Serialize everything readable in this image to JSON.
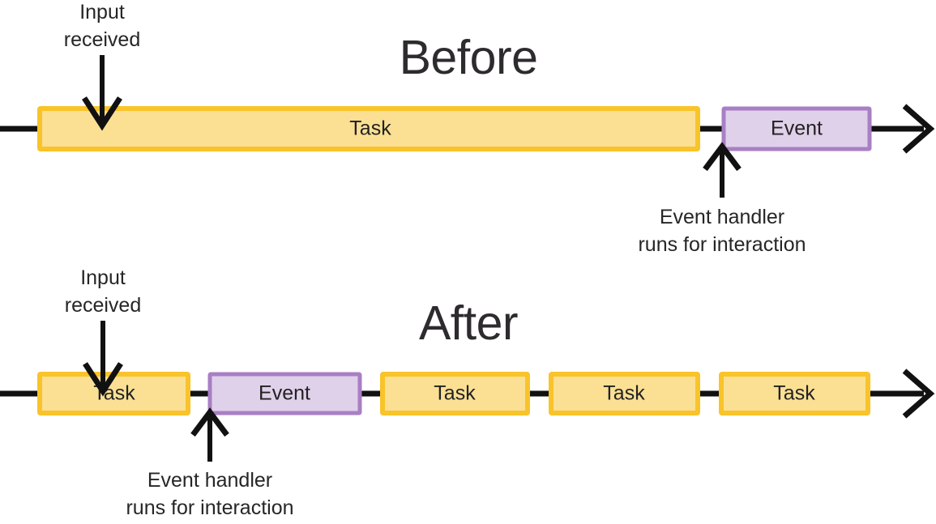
{
  "diagram": {
    "background": "#ffffff",
    "colors": {
      "task_fill": "#fbe094",
      "task_border": "#f9c32a",
      "event_fill": "#e0d1ea",
      "event_border": "#a87fc4",
      "line": "#111111",
      "text": "#262626",
      "title_text": "#2e2b2e"
    },
    "sections": [
      {
        "id": "before",
        "title": "Before",
        "blocks": [
          {
            "type": "task",
            "label": "Task"
          },
          {
            "type": "event",
            "label": "Event"
          }
        ],
        "annotations": [
          {
            "id": "input-received",
            "text": "Input\nreceived",
            "direction": "down"
          },
          {
            "id": "event-handler",
            "text": "Event handler\nruns for interaction",
            "direction": "up"
          }
        ]
      },
      {
        "id": "after",
        "title": "After",
        "blocks": [
          {
            "type": "task",
            "label": "Task"
          },
          {
            "type": "event",
            "label": "Event"
          },
          {
            "type": "task",
            "label": "Task"
          },
          {
            "type": "task",
            "label": "Task"
          },
          {
            "type": "task",
            "label": "Task"
          }
        ],
        "annotations": [
          {
            "id": "input-received",
            "text": "Input\nreceived",
            "direction": "down"
          },
          {
            "id": "event-handler",
            "text": "Event handler\nruns for interaction",
            "direction": "up"
          }
        ]
      }
    ]
  },
  "labels": {
    "before_title": "Before",
    "after_title": "After",
    "before_task": "Task",
    "before_event": "Event",
    "after_task_1": "Task",
    "after_event": "Event",
    "after_task_2": "Task",
    "after_task_3": "Task",
    "after_task_4": "Task",
    "input_received_before": "Input\nreceived",
    "event_handler_before": "Event handler\nruns for interaction",
    "input_received_after": "Input\nreceived",
    "event_handler_after": "Event handler\nruns for interaction"
  }
}
